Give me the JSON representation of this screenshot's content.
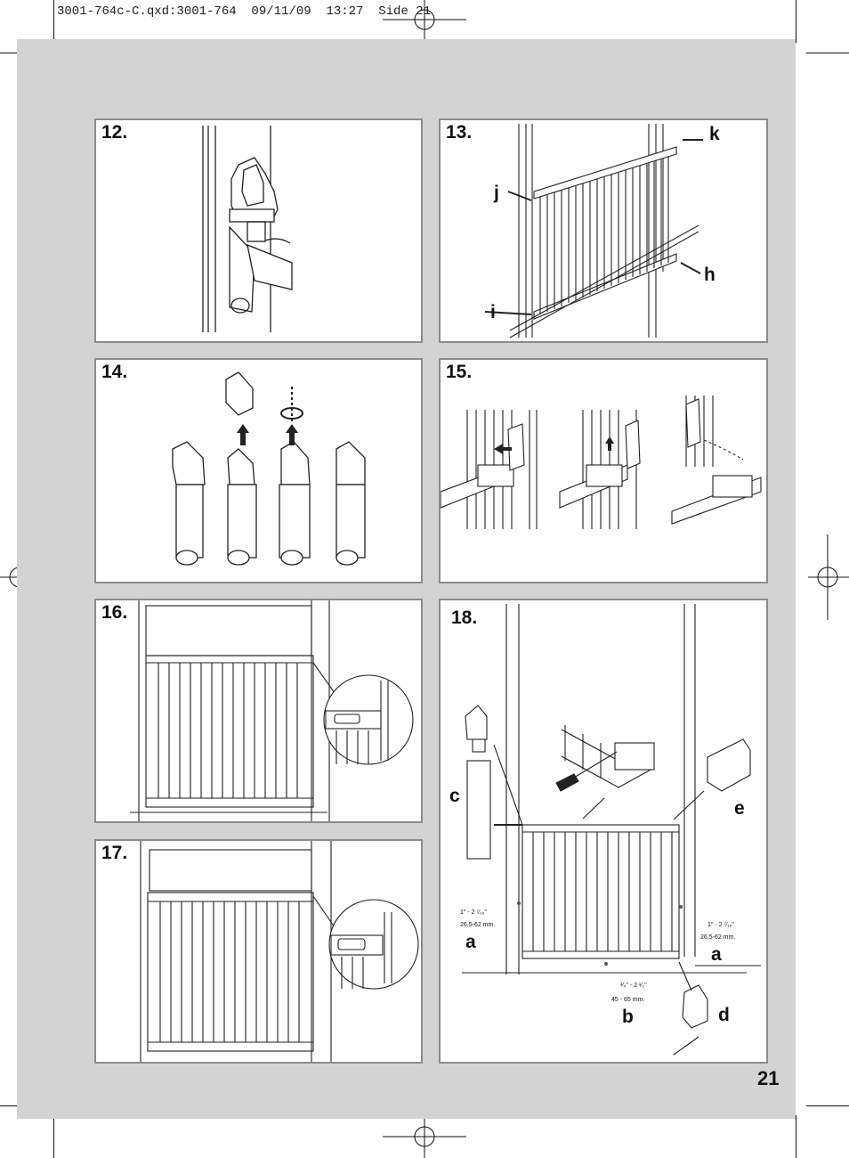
{
  "header": {
    "file_info": "3001-764c-C.qxd:3001-764  09/11/09  13:27  Side 21"
  },
  "page_number": "21",
  "panels": [
    {
      "id": "12",
      "number": "12."
    },
    {
      "id": "13",
      "number": "13.",
      "labels": {
        "k": "k",
        "j": "j",
        "h": "h",
        "i": "i"
      }
    },
    {
      "id": "14",
      "number": "14."
    },
    {
      "id": "15",
      "number": "15."
    },
    {
      "id": "16",
      "number": "16."
    },
    {
      "id": "17",
      "number": "17."
    },
    {
      "id": "18",
      "number": "18.",
      "labels": {
        "c": "c",
        "e": "e",
        "a_left": "a",
        "a_right": "a",
        "b": "b",
        "d": "d"
      },
      "measurements": {
        "left_inch": "1\" - 2 ⁷⁄₁₆\"",
        "left_mm": "26,5-62 mm.",
        "right_inch": "1\" - 2 ⁷⁄₁₆\"",
        "right_mm": "26,5-62 mm.",
        "bottom_inch": "¹⁄₄\" - 2 ¹⁄₂\"",
        "bottom_mm": "45 - 65 mm."
      }
    }
  ],
  "colors": {
    "page_background": "#d3d3d3",
    "panel_border": "#8c8c8c",
    "line_art": "#222222"
  }
}
